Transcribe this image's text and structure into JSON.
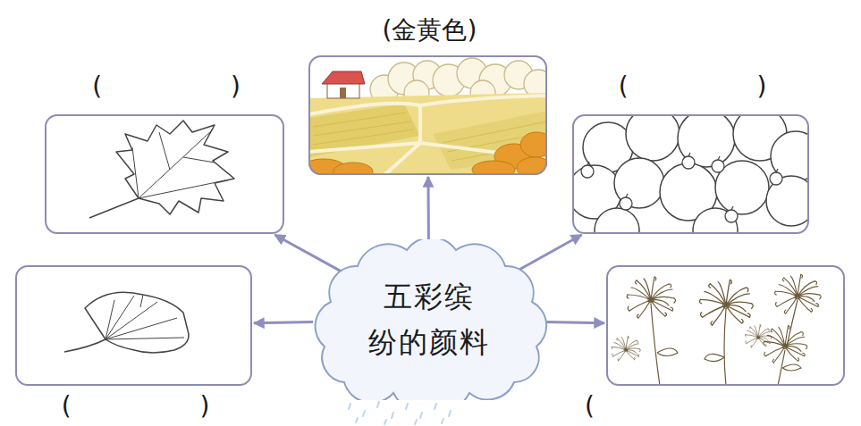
{
  "diagram": {
    "nodes": [
      {
        "text": [
          "(金黄色)"
        ]
      },
      {
        "text": [
          "( )"
        ]
      },
      {
        "text": [
          "( )"
        ]
      },
      {
        "text": [
          "五彩缤 纷的颜料"
        ]
      },
      {
        "text": [
          "( )"
        ]
      },
      {
        "text": [
          "("
        ]
      }
    ],
    "edges": [
      {
        "from": 3,
        "to": 1,
        "arrow": "to"
      },
      {
        "from": 3,
        "to": 0,
        "arrow": "to"
      },
      {
        "from": 3,
        "to": 2,
        "arrow": "to"
      },
      {
        "from": 3,
        "to": 4,
        "arrow": "to"
      },
      {
        "from": 3,
        "to": 5,
        "arrow": "to"
      }
    ]
  }
}
